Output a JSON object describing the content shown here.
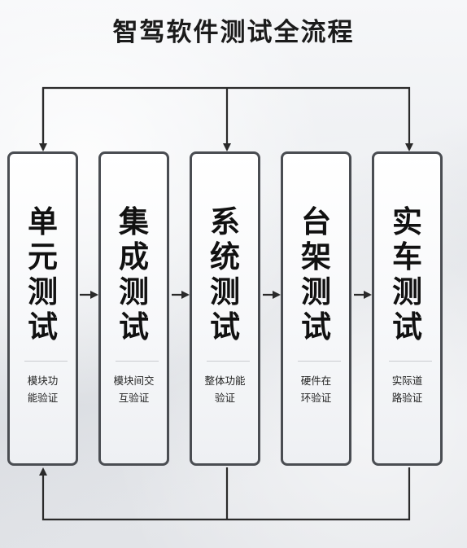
{
  "title": "智驾软件测试全流程",
  "stages": [
    {
      "title_chars": [
        "单",
        "元",
        "测",
        "试"
      ],
      "desc_lines": [
        "模块功",
        "能验证"
      ]
    },
    {
      "title_chars": [
        "集",
        "成",
        "测",
        "试"
      ],
      "desc_lines": [
        "模块间交",
        "互验证"
      ]
    },
    {
      "title_chars": [
        "系",
        "统",
        "测",
        "试"
      ],
      "desc_lines": [
        "整体功能",
        "验证"
      ]
    },
    {
      "title_chars": [
        "台",
        "架",
        "测",
        "试"
      ],
      "desc_lines": [
        "硬件在",
        "环验证"
      ]
    },
    {
      "title_chars": [
        "实",
        "车",
        "测",
        "试"
      ],
      "desc_lines": [
        "实际道",
        "路验证"
      ]
    }
  ],
  "colors": {
    "border": "#4a4d52",
    "line": "#2a2a2a",
    "text": "#111111"
  }
}
